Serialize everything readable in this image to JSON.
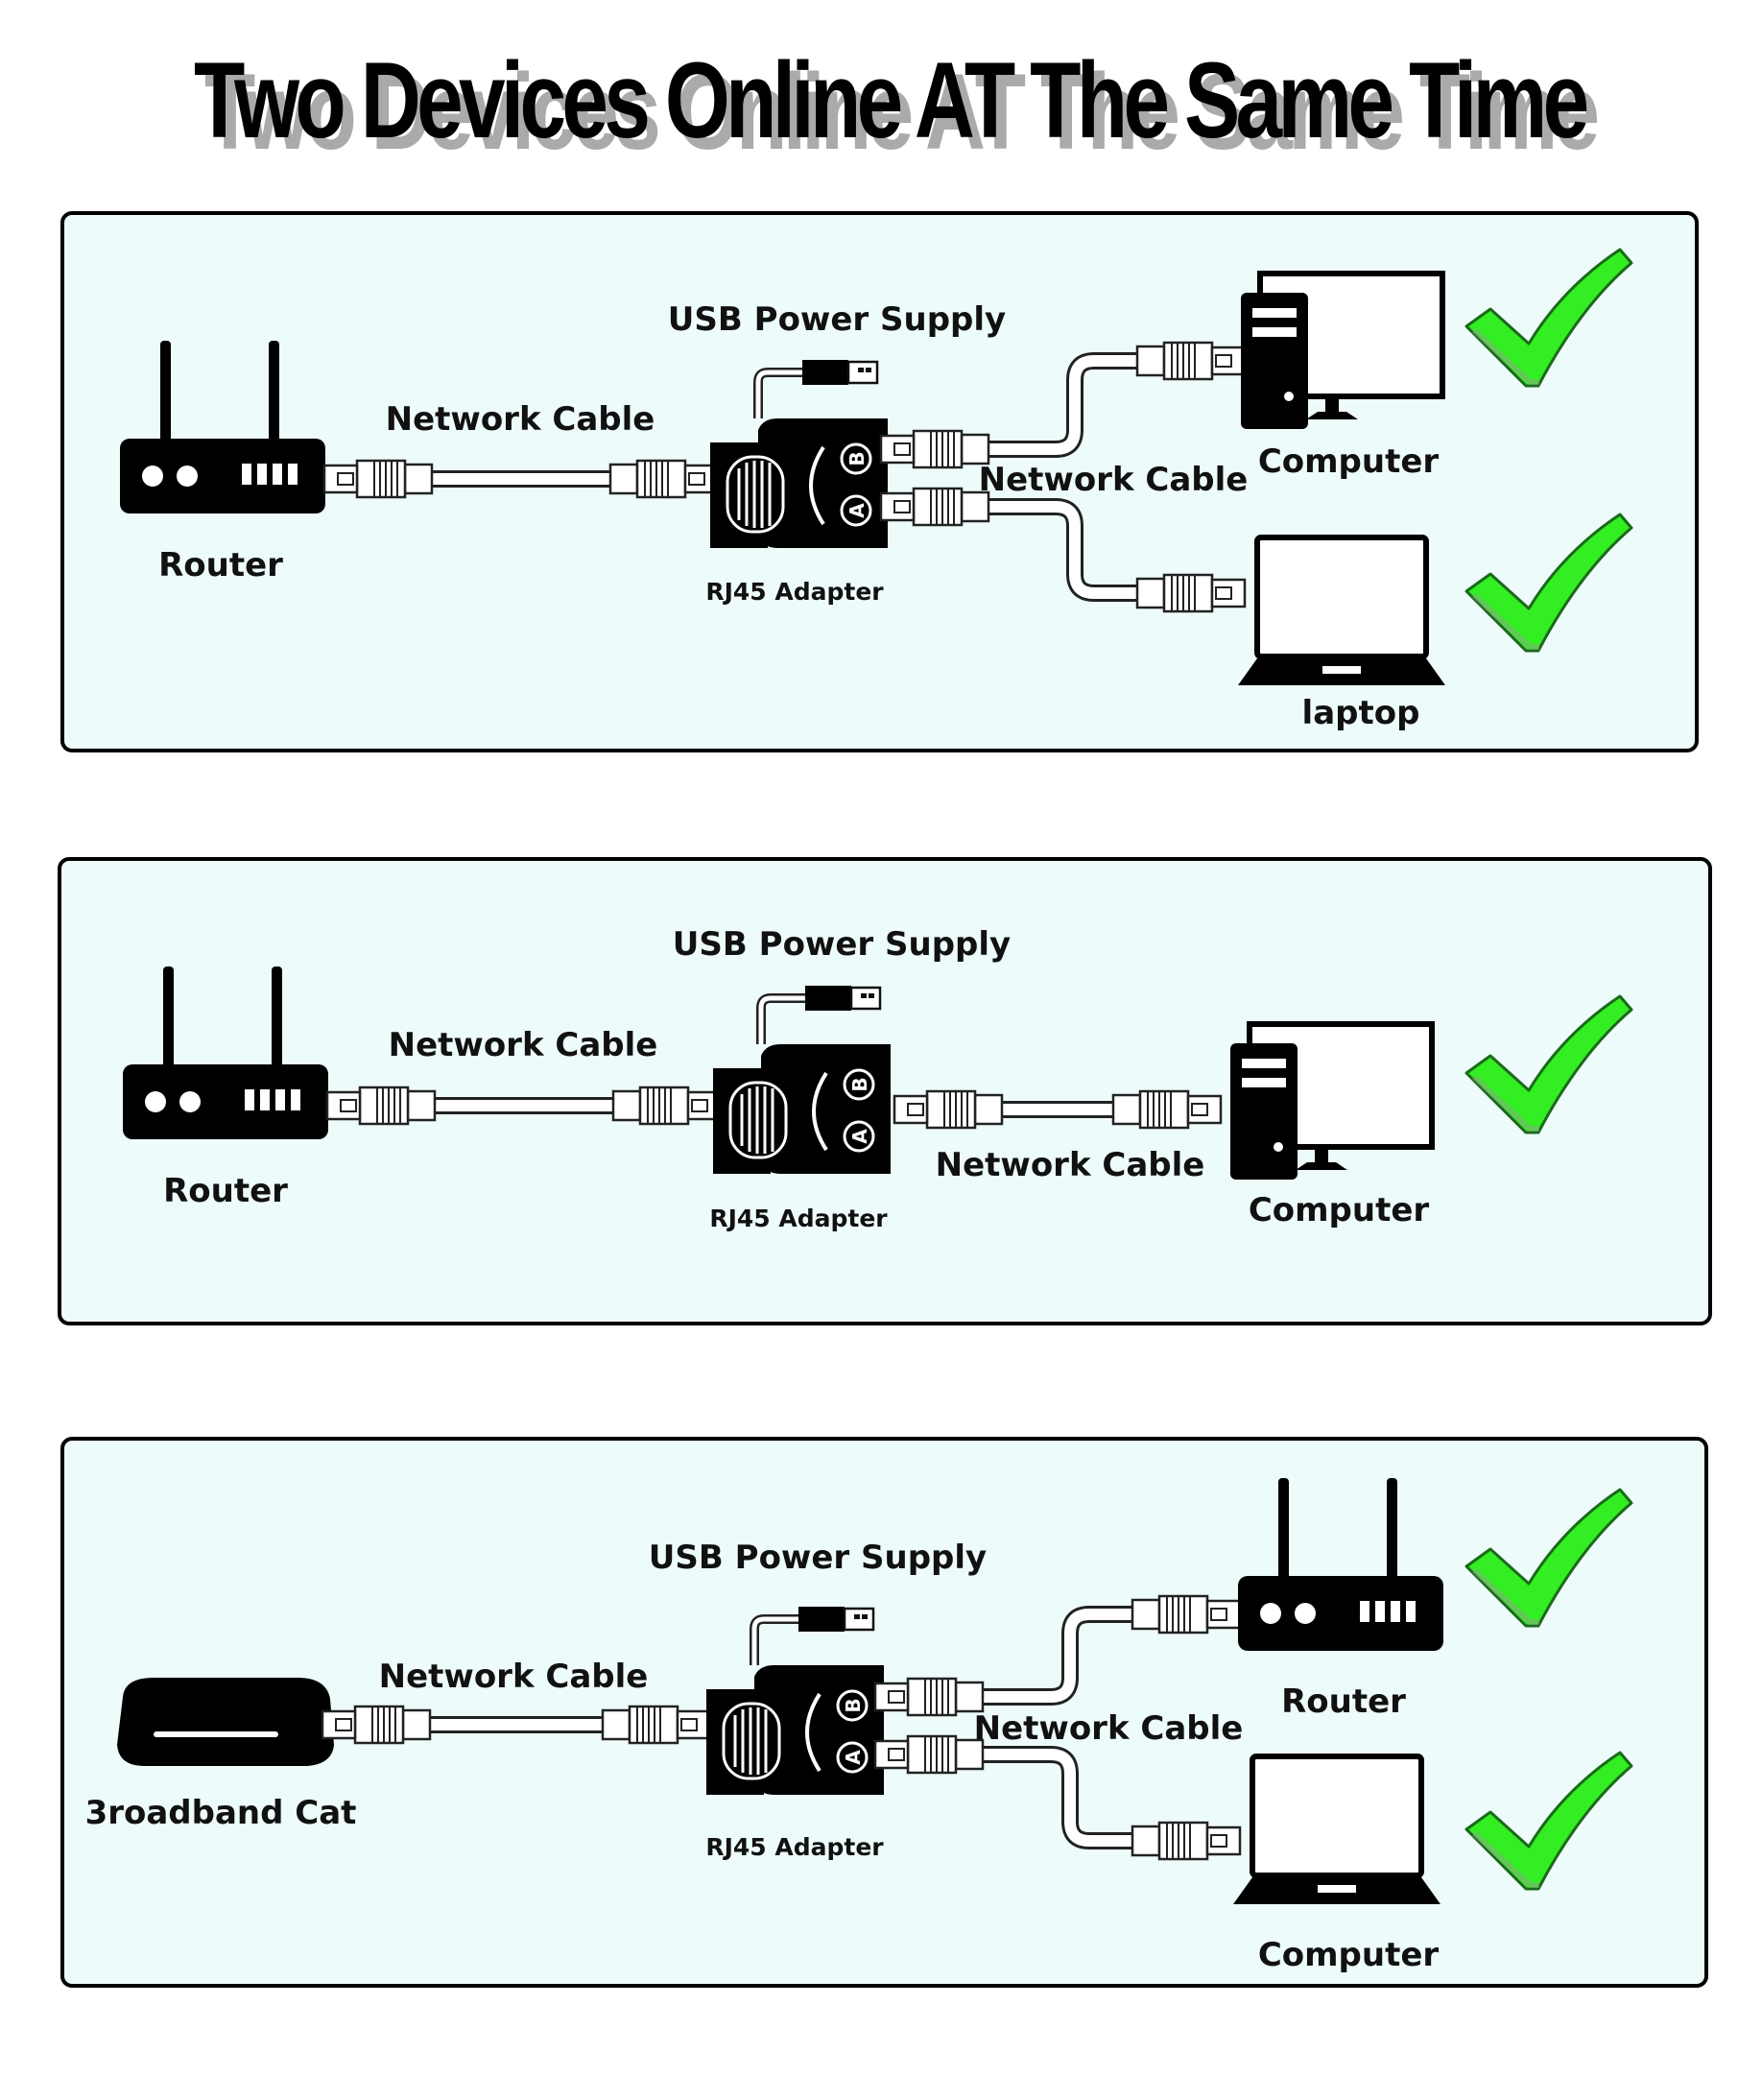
{
  "title": "Two Devices Online AT The Same Time",
  "colors": {
    "panel_bg": "#eefbfb",
    "check": "#22ee22",
    "ink": "#000000"
  },
  "panels": [
    {
      "source_label": "Router",
      "cable_label_left": "Network Cable",
      "usb_label": "USB Power Supply",
      "adapter_label": "RJ45 Adapter",
      "cable_label_right": "Network Cable",
      "outputs": [
        {
          "label": "Computer",
          "icon": "desktop-computer-icon",
          "status": "check"
        },
        {
          "label": "laptop",
          "icon": "laptop-icon",
          "status": "check"
        }
      ]
    },
    {
      "source_label": "Router",
      "cable_label_left": "Network Cable",
      "usb_label": "USB Power Supply",
      "adapter_label": "RJ45 Adapter",
      "cable_label_right": "Network Cable",
      "outputs": [
        {
          "label": "Computer",
          "icon": "desktop-computer-icon",
          "status": "check"
        }
      ]
    },
    {
      "source_label": "3roadband Cat",
      "cable_label_left": "Network Cable",
      "usb_label": "USB Power Supply",
      "adapter_label": "RJ45 Adapter",
      "cable_label_right": "Network Cable",
      "outputs": [
        {
          "label": "Router",
          "icon": "router-icon",
          "status": "check"
        },
        {
          "label": "Computer",
          "icon": "laptop-icon",
          "status": "check"
        }
      ]
    }
  ]
}
